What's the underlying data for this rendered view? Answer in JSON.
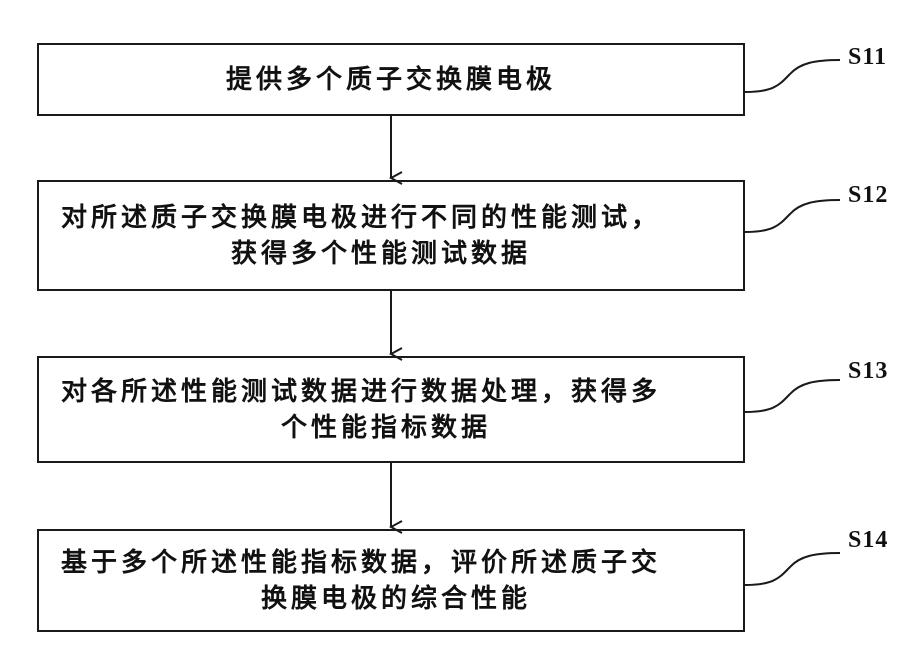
{
  "steps": [
    {
      "label": "S11",
      "lines": [
        "提供多个质子交换膜电极"
      ]
    },
    {
      "label": "S12",
      "lines": [
        "对所述质子交换膜电极进行不同的性能测试，",
        "获得多个性能测试数据"
      ]
    },
    {
      "label": "S13",
      "lines": [
        "对各所述性能测试数据进行数据处理，获得多",
        "个性能指标数据"
      ]
    },
    {
      "label": "S14",
      "lines": [
        "基于多个所述性能指标数据，评价所述质子交",
        "换膜电极的综合性能"
      ]
    }
  ],
  "colors": {
    "stroke": "#1a1a1a",
    "text": "#111111",
    "background": "#ffffff"
  }
}
